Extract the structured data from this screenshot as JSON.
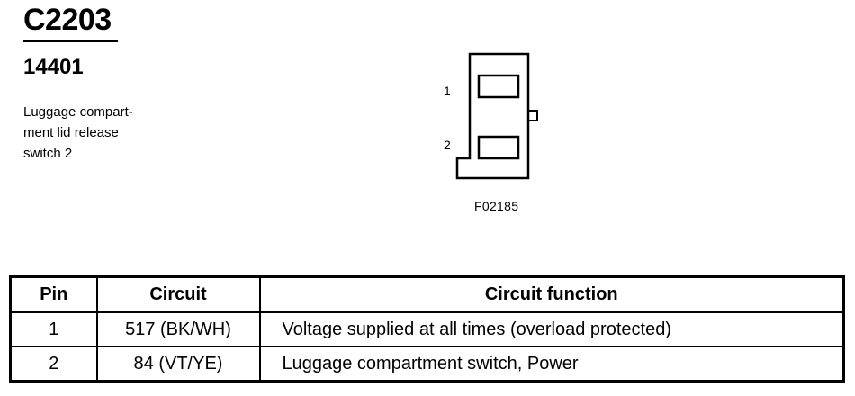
{
  "header": {
    "connector_id": "C2203",
    "part_number": "14401",
    "description_lines": [
      "Luggage compart-",
      "ment lid release",
      "switch 2"
    ]
  },
  "diagram": {
    "pin_labels": [
      "1",
      "2"
    ],
    "figure_code": "F02185"
  },
  "table": {
    "headers": {
      "pin": "Pin",
      "circuit": "Circuit",
      "function": "Circuit function"
    },
    "rows": [
      {
        "pin": "1",
        "circuit": "517 (BK/WH)",
        "function": "Voltage supplied at all times (overload protected)"
      },
      {
        "pin": "2",
        "circuit": "84 (VT/YE)",
        "function": "Luggage compartment switch, Power"
      }
    ]
  }
}
